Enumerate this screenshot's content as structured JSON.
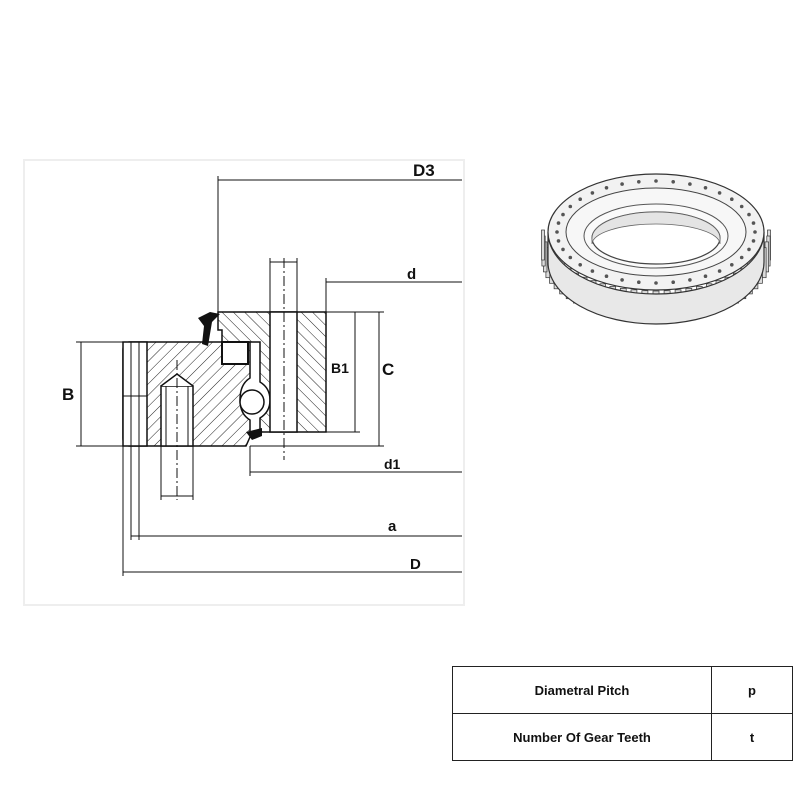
{
  "drawing": {
    "labels": {
      "D3": "D3",
      "d": "d",
      "B1": "B1",
      "C": "C",
      "B": "B",
      "d1": "d1",
      "a": "a",
      "D": "D"
    }
  },
  "spec_table": {
    "rows": [
      {
        "name": "Diametral Pitch",
        "symbol": "p"
      },
      {
        "name": "Number Of Gear Teeth",
        "symbol": "t"
      }
    ]
  },
  "colors": {
    "line": "#111111",
    "frame": "#eeeeee",
    "ring_fill": "#f2f2f2"
  }
}
